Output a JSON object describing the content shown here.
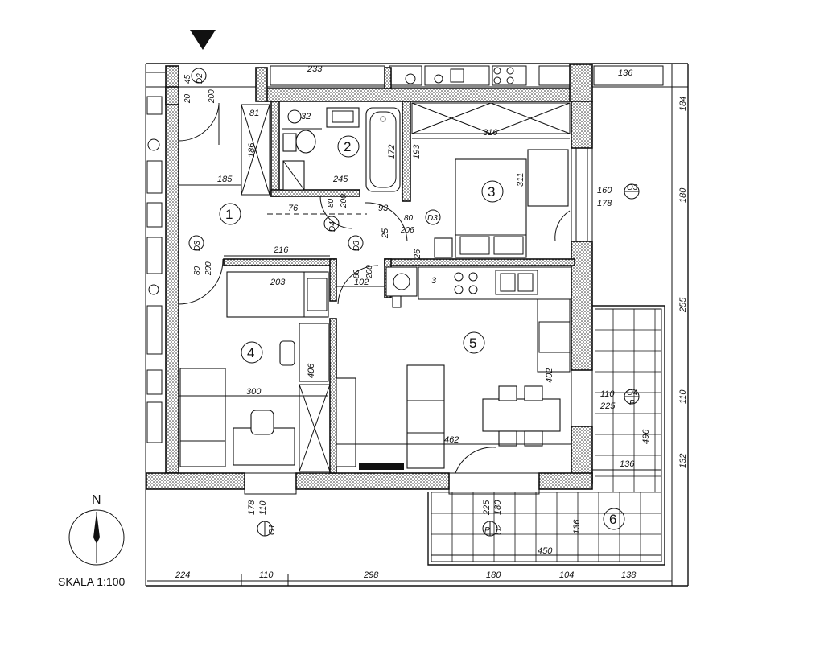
{
  "scale_label": "SKALA 1:100",
  "north_label": "N",
  "rooms": [
    "1",
    "2",
    "3",
    "4",
    "5",
    "6"
  ],
  "doors": {
    "d2": {
      "code": "D2",
      "w": "45",
      "h1": "20",
      "h2": "200"
    },
    "d3a": {
      "code": "D3",
      "w": "80",
      "h": "200"
    },
    "d3b": {
      "code": "D3",
      "w": "80",
      "h": "200"
    },
    "d3c": {
      "code": "D3",
      "w": "80",
      "h": "206"
    },
    "d4": {
      "code": "D4",
      "w": "80",
      "h": "200"
    }
  },
  "windows": {
    "o3": {
      "code": "O3",
      "w": "160",
      "h": "178"
    },
    "o4": {
      "code": "O4",
      "sub": "P",
      "w": "110",
      "h": "225"
    },
    "o1": {
      "code": "O1",
      "w": "110",
      "h": "178"
    },
    "o2": {
      "code": "O2",
      "sub": "P",
      "w": "180",
      "h": "225"
    }
  },
  "dims": {
    "top_136": "136",
    "top_233": "233",
    "bath_81": "81",
    "hall_186": "186",
    "hall_185": "185",
    "bath_245": "245",
    "bath_172": "172",
    "bath_193": "193",
    "bed_316": "316",
    "bed_311": "311",
    "hall_76": "76",
    "hall_93": "93",
    "hall_25": "25",
    "hall_26": "26",
    "hall_216": "216",
    "room4_203": "203",
    "room4_102": "102",
    "room4_406": "406",
    "room4_300": "300",
    "living_402": "402",
    "living_462": "462",
    "balc_496": "496",
    "balc_136a": "136",
    "balc_136b": "136",
    "balc_450": "450",
    "small_32": "32",
    "small_3": "3",
    "right_184": "184",
    "right_180": "180",
    "right_255": "255",
    "right_110": "110",
    "right_132": "132",
    "bot_224": "224",
    "bot_110": "110",
    "bot_298": "298",
    "bot_180": "180",
    "bot_104": "104",
    "bot_138": "138"
  }
}
